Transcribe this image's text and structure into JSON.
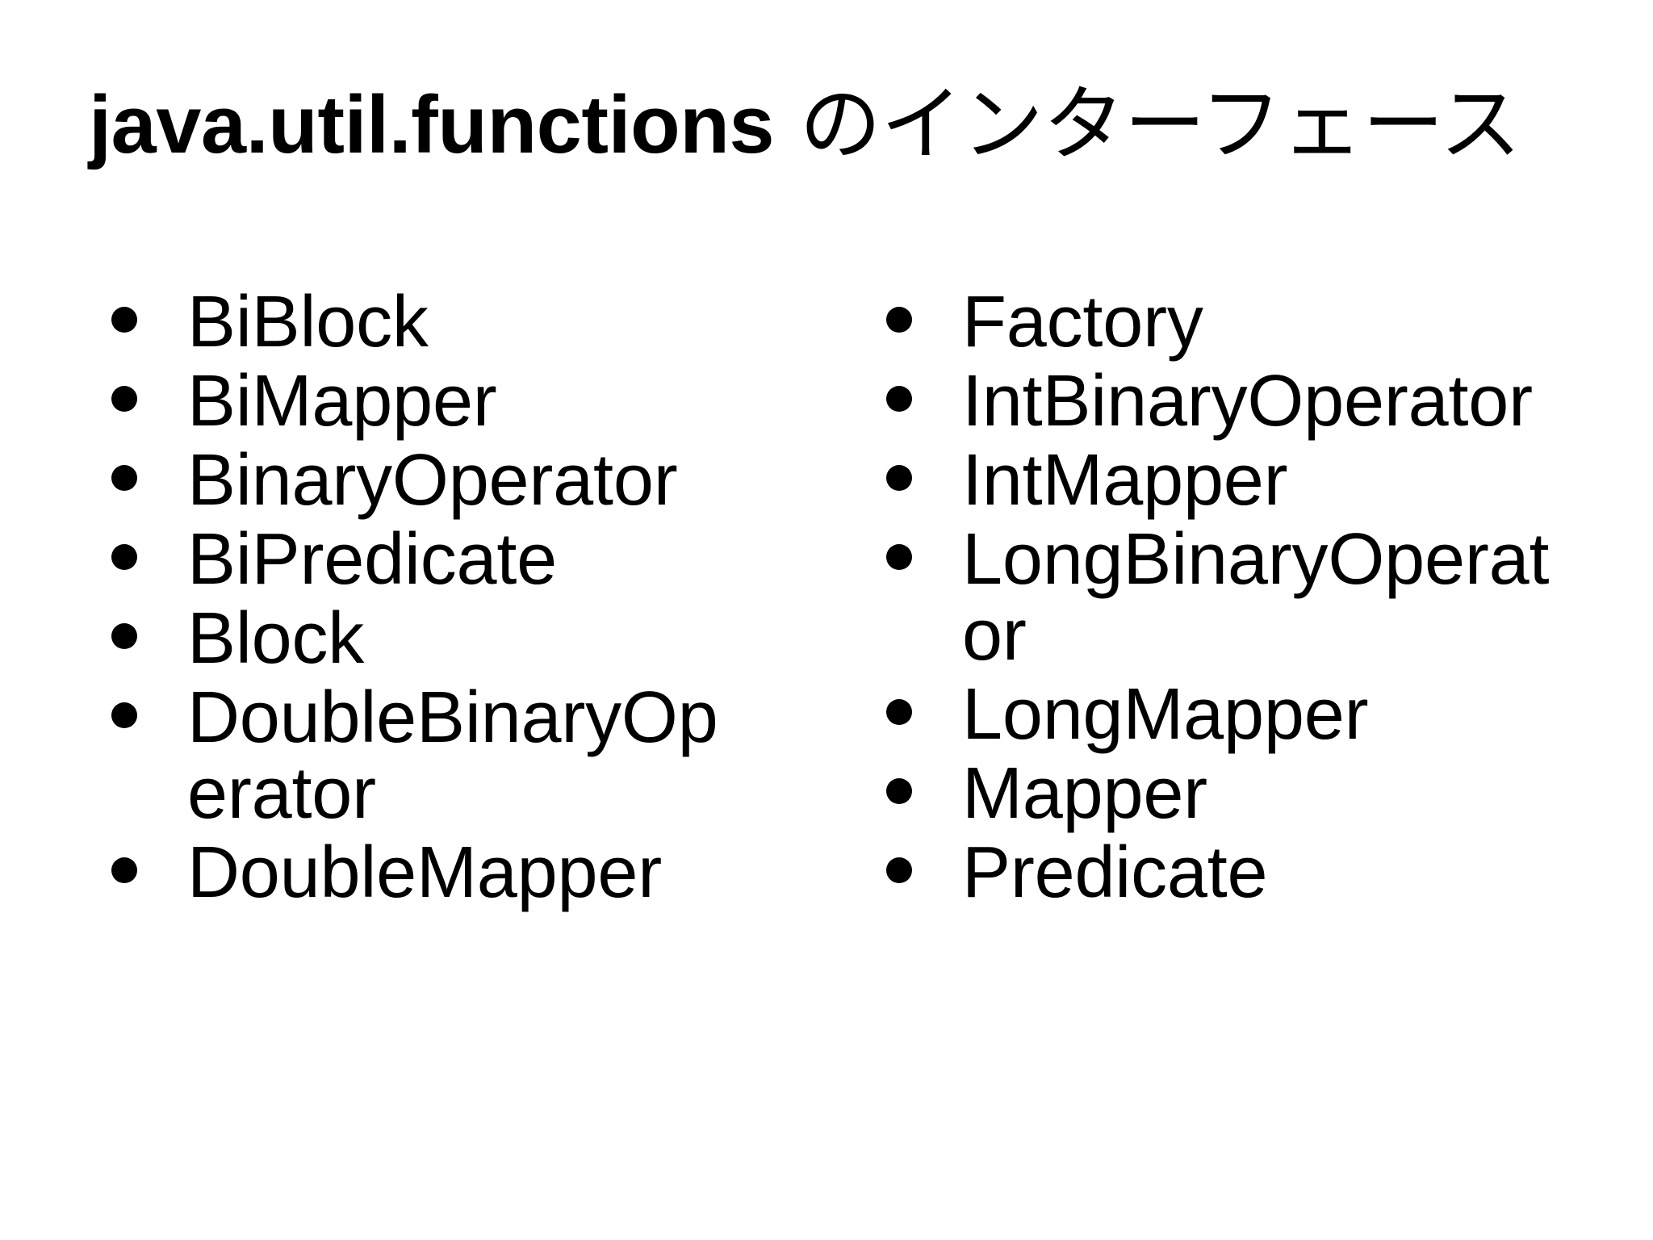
{
  "slide": {
    "background_color": "#ffffff",
    "text_color": "#000000",
    "title": {
      "latin_part": "java.util.functions",
      "japanese_part": " のインターフェース",
      "full_text": "java.util.functions のインターフェース"
    },
    "columns": [
      {
        "name": "left-column",
        "items": [
          {
            "label": "BiBlock"
          },
          {
            "label": "BiMapper"
          },
          {
            "label": "BinaryOperator"
          },
          {
            "label": "BiPredicate"
          },
          {
            "label": "Block"
          },
          {
            "label": "DoubleBinaryOperator"
          },
          {
            "label": "DoubleMapper"
          }
        ]
      },
      {
        "name": "right-column",
        "items": [
          {
            "label": "Factory"
          },
          {
            "label": "IntBinaryOperator"
          },
          {
            "label": "IntMapper"
          },
          {
            "label": "LongBinaryOperator"
          },
          {
            "label": "LongMapper"
          },
          {
            "label": "Mapper"
          },
          {
            "label": "Predicate"
          }
        ]
      }
    ],
    "bullet_glyph": "filled-circle"
  }
}
